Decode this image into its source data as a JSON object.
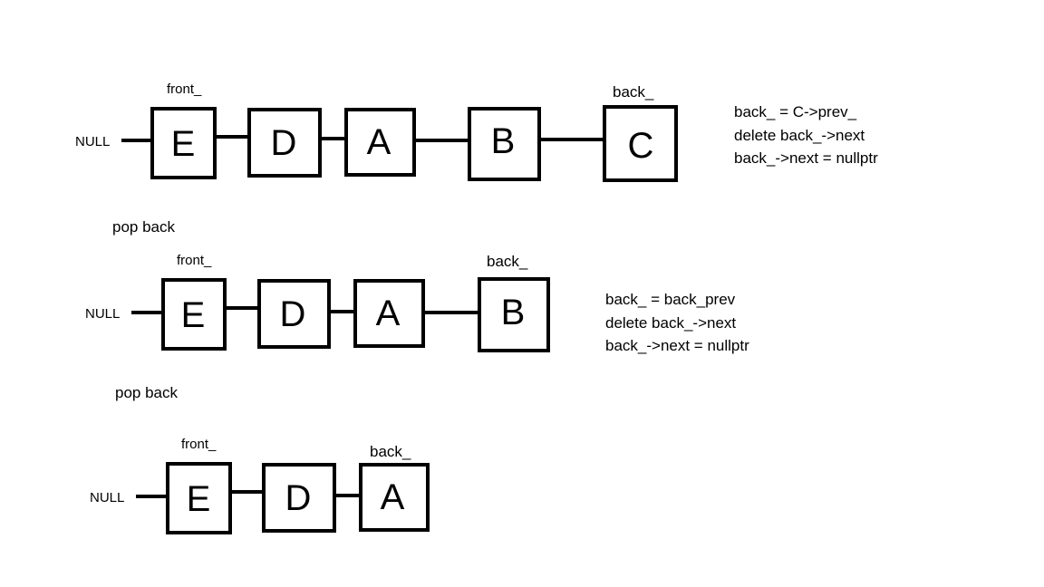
{
  "diagram": {
    "rows": [
      {
        "null_label": "NULL",
        "front_label": "front_",
        "back_label": "back_",
        "nodes": [
          "E",
          "D",
          "A",
          "B",
          "C"
        ],
        "code": [
          "back_ = C->prev_",
          "delete back_->next",
          "back_->next = nullptr"
        ]
      },
      {
        "op_label": "pop back",
        "null_label": "NULL",
        "front_label": "front_",
        "back_label": "back_",
        "nodes": [
          "E",
          "D",
          "A",
          "B"
        ],
        "code": [
          "back_ = back_prev",
          "delete back_->next",
          "back_->next = nullptr"
        ]
      },
      {
        "op_label": "pop back",
        "null_label": "NULL",
        "front_label": "front_",
        "back_label": "back_",
        "nodes": [
          "E",
          "D",
          "A"
        ],
        "code": []
      }
    ]
  }
}
